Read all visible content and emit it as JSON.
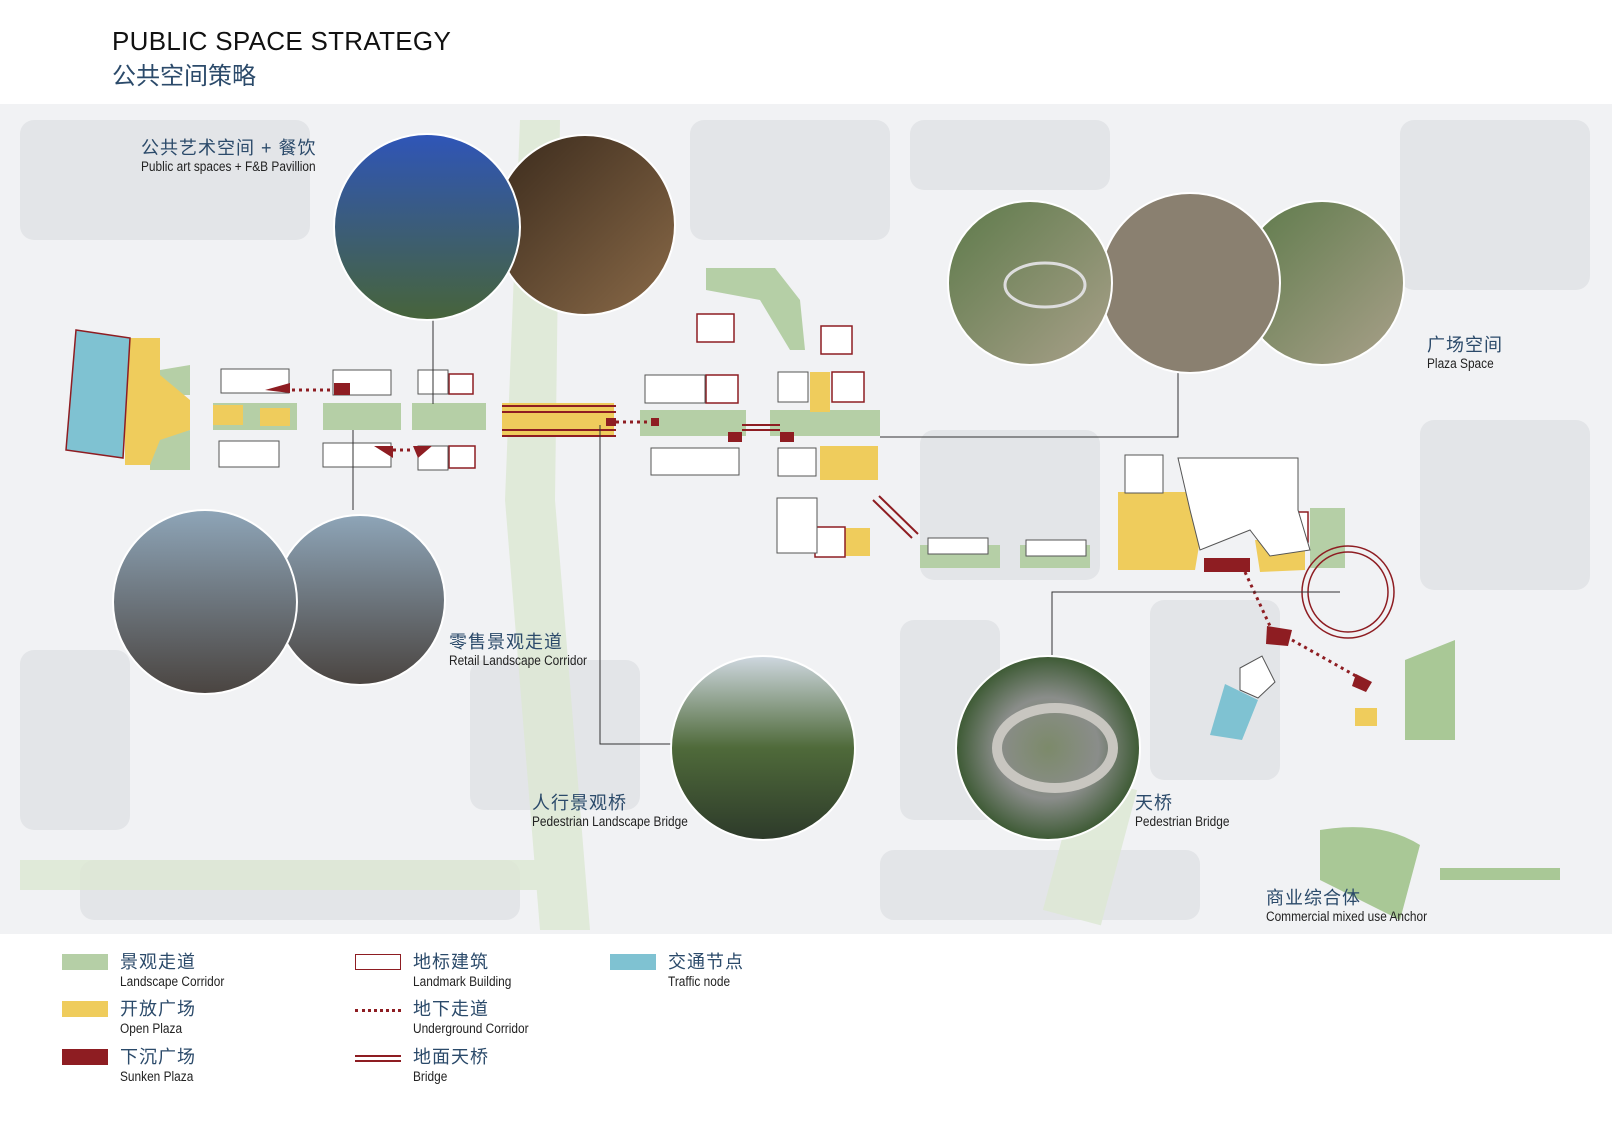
{
  "header": {
    "title": "PUBLIC SPACE STRATEGY",
    "subtitle": "公共空间策略"
  },
  "labels": [
    {
      "cn": "公共艺术空间 + 餐饮",
      "en": "Public art spaces + F&B Pavillion"
    },
    {
      "cn": "广场空间",
      "en": "Plaza Space"
    },
    {
      "cn": "零售景观走道",
      "en": "Retail Landscape Corridor"
    },
    {
      "cn": "人行景观桥",
      "en": "Pedestrian Landscape Bridge"
    },
    {
      "cn": "天桥",
      "en": "Pedestrian Bridge"
    },
    {
      "cn": "商业综合体",
      "en": "Commercial mixed use Anchor"
    }
  ],
  "legend": [
    {
      "cn": "景观走道",
      "en": "Landscape Corridor",
      "color": "#b5cfa6"
    },
    {
      "cn": "开放广场",
      "en": "Open Plaza",
      "color": "#efcc5c"
    },
    {
      "cn": "下沉广场",
      "en": "Sunken Plaza",
      "color": "#8e1d22"
    },
    {
      "cn": "地标建筑",
      "en": "Landmark Building",
      "color": "#8e1d22"
    },
    {
      "cn": "地下走道",
      "en": "Underground Corridor",
      "color": "#8e1d22"
    },
    {
      "cn": "地面天桥",
      "en": "Bridge",
      "color": "#8e1d22"
    },
    {
      "cn": "交通节点",
      "en": "Traffic node",
      "color": "#7fc2d2"
    }
  ]
}
